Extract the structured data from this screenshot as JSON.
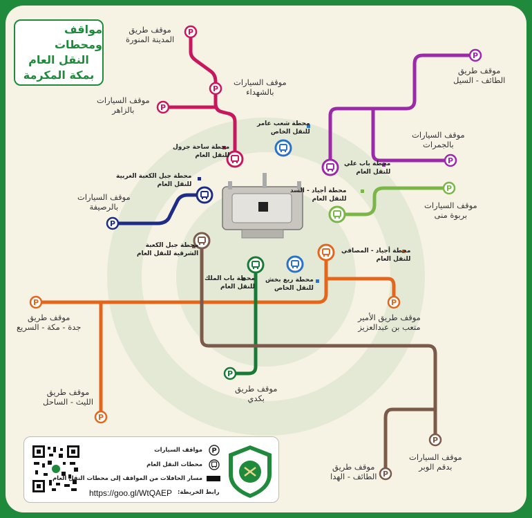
{
  "title": {
    "line1": "مواقف ومحطات",
    "line2": "النقل العام",
    "line3": "بمكة المكرمة"
  },
  "parkings": {
    "madinah": {
      "line1": "موقف طريق",
      "line2": "المدينة المنورة"
    },
    "shuhada": {
      "line1": "موقف السيارات",
      "line2": "بالشهداء"
    },
    "zaher": {
      "line1": "موقف السيارات",
      "line2": "بالزاهر"
    },
    "taif_sail": {
      "line1": "موقف طريق",
      "line2": "الطائف - السيل"
    },
    "jamarat": {
      "line1": "موقف السيارات",
      "line2": "بالجمرات"
    },
    "mina": {
      "line1": "موقف السيارات",
      "line2": "بربوة منى"
    },
    "rusaifah": {
      "line1": "موقف السيارات",
      "line2": "بالرصيفة"
    },
    "jeddah": {
      "line1": "موقف طريق",
      "line2": "جدة - مكة - السريع"
    },
    "prince": {
      "line1": "موقف طريق الأمير",
      "line2": "متعب بن عبدالعزيز"
    },
    "kudai": {
      "line1": "موقف طريق",
      "line2": "بكدي"
    },
    "laith": {
      "line1": "موقف طريق",
      "line2": "الليث - الساحل"
    },
    "doqm": {
      "line1": "موقف السيارات",
      "line2": "بدقم الوبر"
    },
    "taif_hada": {
      "line1": "موقف طريق",
      "line2": "الطائف - الهدا"
    }
  },
  "stations": {
    "shaab_amer": {
      "line1": "محطة شعب عامر",
      "line2": "للنقل الخاص"
    },
    "jarwal": {
      "line1": "محطة ساحة جرول",
      "line2": "للنقل العام"
    },
    "bab_ali": {
      "line1": "محطة باب علي",
      "line2": "للنقل العام"
    },
    "kaaba_west": {
      "line1": "محطة جبل الكعبة الغربية",
      "line2": "للنقل العام"
    },
    "ajyad_sad": {
      "line1": "محطة أجياد - السد",
      "line2": "للنقل العام"
    },
    "kaaba_east": {
      "line1": "محطة جبل الكعبة",
      "line2": "الشرقية للنقل العام",
      "line3": ""
    },
    "ajyad_masafi": {
      "line1": "محطة أجياد - المصافي",
      "line2": "للنقل العام"
    },
    "bab_malik": {
      "line1": "محطة باب الملك",
      "line2": "للنقل العام"
    },
    "rea_bakhsh": {
      "line1": "محطة ريع بخش",
      "line2": "للنقل الخاص"
    }
  },
  "legend": {
    "parking": "مواقف السيارات",
    "stations": "محطات النقل العام",
    "route": "مسار الحافلات من المواقف إلى محطات النقل العام",
    "link_label": "رابط الخريطة:",
    "url": "https://goo.gl/WtQAEP"
  },
  "colors": {
    "frame": "#1f8a3c",
    "background": "#f6f2e4",
    "crimson": "#c8175d",
    "purple": "#9c2aa8",
    "lime": "#7ab648",
    "navy": "#1e2c86",
    "orange": "#e4661a",
    "green": "#177a35",
    "brown": "#7b5a4a",
    "blue": "#2a71c9"
  },
  "icons": {
    "parking": "parking-icon",
    "bus": "bus-icon"
  }
}
